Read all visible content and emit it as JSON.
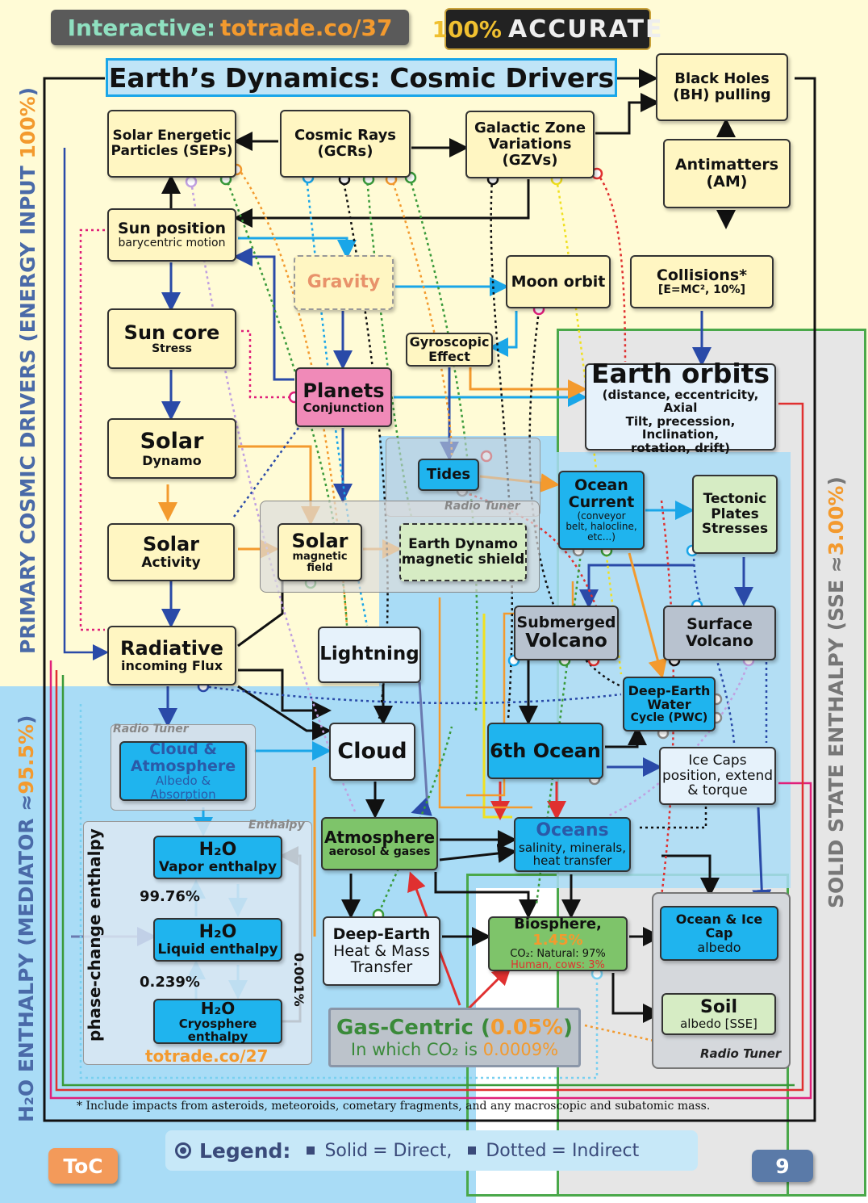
{
  "header": {
    "interactive_label": "Interactive:",
    "interactive_link": "totrade.co/37",
    "badge_pct": "100%",
    "badge_text": "ACCURATE",
    "title": "Earth’s Dynamics: Cosmic Drivers"
  },
  "side_labels": {
    "left_top_main": "PRIMARY COSMIC DRIVERS (ENERGY INPUT ",
    "left_top_pct": "100%",
    "left_top_end": ")",
    "left_bottom_main": "H₂O ENTHALPY (MEDIATOR ≈",
    "left_bottom_pct": "95.5%",
    "left_bottom_end": ")",
    "right_main": "SOLID STATE  ENTHALPY (SSE ≈",
    "right_pct": "3.00%",
    "right_end": ")",
    "phase_change": "phase-change enthalpy"
  },
  "nodes": {
    "black_holes": {
      "l1": "Black Holes",
      "l2": "(BH) pulling"
    },
    "antimatters": {
      "l1": "Antimatters",
      "l2": "(AM)"
    },
    "seps": {
      "l1": "Solar Energetic",
      "l2": "Particles (SEPs)"
    },
    "gcrs": {
      "l1": "Cosmic Rays",
      "l2": "(GCRs)"
    },
    "gzvs": {
      "l1": "Galactic Zone",
      "l2": "Variations",
      "l3": "(GZVs)"
    },
    "sun_position": {
      "l1": "Sun position",
      "l2": "barycentric motion"
    },
    "gravity": {
      "l1": "Gravity"
    },
    "moon_orbit": {
      "l1": "Moon orbit"
    },
    "collisions": {
      "l1": "Collisions*",
      "l2": "[E=MC², 10%]"
    },
    "sun_core": {
      "l1": "Sun core",
      "l2": "Stress"
    },
    "gyroscopic": {
      "l1": "Gyroscopic",
      "l2": "Effect"
    },
    "planets": {
      "l1": "Planets",
      "l2": "Conjunction"
    },
    "earth_orbits": {
      "l1": "Earth orbits",
      "l2": "(distance, eccentricity, Axial",
      "l3": "Tilt, precession, Inclination,",
      "l4": "rotation, drift)"
    },
    "solar_dynamo": {
      "l1": "Solar",
      "l2": "Dynamo"
    },
    "tides": {
      "l1": "Tides"
    },
    "radio_tuner_1": "Radio Tuner",
    "ocean_current": {
      "l1": "Ocean",
      "l2": "Current",
      "l3": "(conveyor",
      "l4": "belt, halocline,",
      "l5": "etc...)"
    },
    "tectonic": {
      "l1": "Tectonic",
      "l2": "Plates",
      "l3": "Stresses"
    },
    "solar_activity": {
      "l1": "Solar",
      "l2": "Activity"
    },
    "solar_field": {
      "l1": "Solar",
      "l2": "magnetic",
      "l3": "field"
    },
    "earth_dynamo": {
      "l1": "Earth Dynamo",
      "l2": "magnetic shield"
    },
    "submerged_volcano": {
      "l1": "Submerged",
      "l2": "Volcano"
    },
    "surface_volcano": {
      "l1": "Surface",
      "l2": "Volcano"
    },
    "radiative": {
      "l1": "Radiative",
      "l2": "incoming Flux"
    },
    "lightning": {
      "l1": "Lightning"
    },
    "deep_earth_water": {
      "l1": "Deep-Earth",
      "l2": "Water",
      "l3": "Cycle (PWC)"
    },
    "radio_tuner_2": "Radio Tuner",
    "cloud_atm": {
      "l1": "Cloud &",
      "l2": "Atmosphere",
      "l3": "Albedo &",
      "l4": "Absorption"
    },
    "cloud": {
      "l1": "Cloud"
    },
    "sixth_ocean": {
      "l1": "6th Ocean"
    },
    "ice_caps": {
      "l1": "Ice Caps",
      "l2": "position, extend",
      "l3": "& torque"
    },
    "enthalpy_tag": "Enthalpy",
    "vapor": {
      "l1": "H₂O",
      "l2": "Vapor enthalpy"
    },
    "atmosphere": {
      "l1": "Atmosphere",
      "l2": "aerosol & gases"
    },
    "oceans": {
      "l1": "Oceans",
      "l2": "salinity, minerals,",
      "l3": "heat transfer"
    },
    "pct_9976": "99.76%",
    "liquid": {
      "l1": "H₂O",
      "l2": "Liquid enthalpy"
    },
    "deep_earth_heat": {
      "l1": "Deep-Earth",
      "l2": "Heat & Mass",
      "l3": "Transfer"
    },
    "biosphere": {
      "l1": "Biosphere,",
      "l1_pct": "1.45%",
      "l2": "CO₂: Natural: 97%",
      "l3": "Human, cows: 3%"
    },
    "ocean_ice": {
      "l1": "Ocean & Ice Cap",
      "l2": "albedo"
    },
    "pct_0239": "0.239%",
    "pct_0001": "0.001%",
    "cryosphere": {
      "l1": "H₂O",
      "l2": "Cryosphere",
      "l3": "enthalpy"
    },
    "soil": {
      "l1": "Soil",
      "l2": "albedo [SSE]"
    },
    "radio_tuner_3": "Radio Tuner",
    "totrade27": "totrade.co/27"
  },
  "gas_centric": {
    "l1": "Gas-Centric (",
    "l1_pct": "0.05%",
    "l1_end": ")",
    "l2": "In which CO₂ is ",
    "l2_pct": "0.0009%"
  },
  "footnote": "* Include impacts from asteroids, meteoroids, cometary fragments, and any macroscopic and subatomic mass.",
  "legend": {
    "title": "Legend:",
    "solid": "Solid",
    "solid_eq": "= Direct,",
    "dotted": "Dotted",
    "dotted_eq": "= Indirect"
  },
  "footer": {
    "toc": "ToC",
    "page": "9"
  },
  "colors": {
    "zone_yellow": "#fffbd6",
    "zone_blue": "#a9dcf6",
    "zone_grey": "#e6e6e6",
    "accent_orange": "#f39a2e",
    "accent_green": "#3a9a3a",
    "node_blue": "#1fb4ee",
    "node_pink": "#f08ab8"
  }
}
